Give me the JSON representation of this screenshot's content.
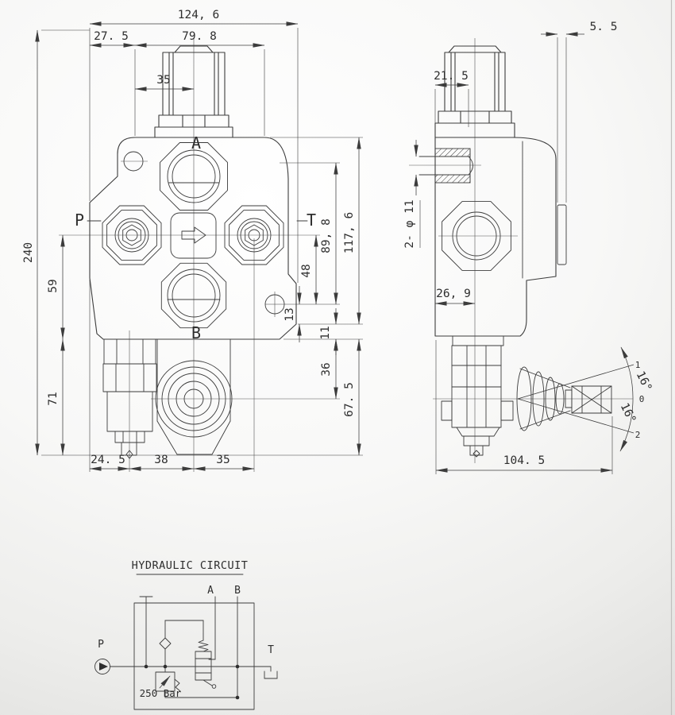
{
  "front_view": {
    "port_labels": {
      "a": "A",
      "b": "B",
      "p": "P",
      "t": "T"
    },
    "dims": {
      "total_width": "124, 6",
      "left_offset": "27. 5",
      "body_width": "79. 8",
      "cap_width": "35",
      "total_height": "240",
      "upper_left": "59",
      "lower_left": "71",
      "right_89_8": "89, 8",
      "right_117_6": "117, 6",
      "right_48": "48",
      "right_13": "13",
      "right_11": "11",
      "right_36": "36",
      "right_67_5": "67. 5",
      "bottom_24_5": "24. 5",
      "bottom_38": "38",
      "bottom_35": "35"
    }
  },
  "side_view": {
    "dims": {
      "plate_5_5": "5. 5",
      "cap_21_5": "21. 5",
      "mount_holes": "2- φ 11",
      "center_26_9": "26, 9",
      "length_104_5": "104. 5",
      "angle_up": "16°",
      "angle_down": "16°"
    },
    "lever_positions": {
      "up": "1",
      "neutral": "0",
      "down": "2"
    }
  },
  "circuit": {
    "title": "HYDRAULIC CIRCUIT",
    "port_labels": {
      "p": "P",
      "t": "T",
      "a": "A",
      "b": "B"
    },
    "relief_pressure": "250 Bar"
  },
  "colors": {
    "line": "#3c3c3c",
    "background_center": "#ffffff",
    "background_edge": "#d9d9d7"
  }
}
